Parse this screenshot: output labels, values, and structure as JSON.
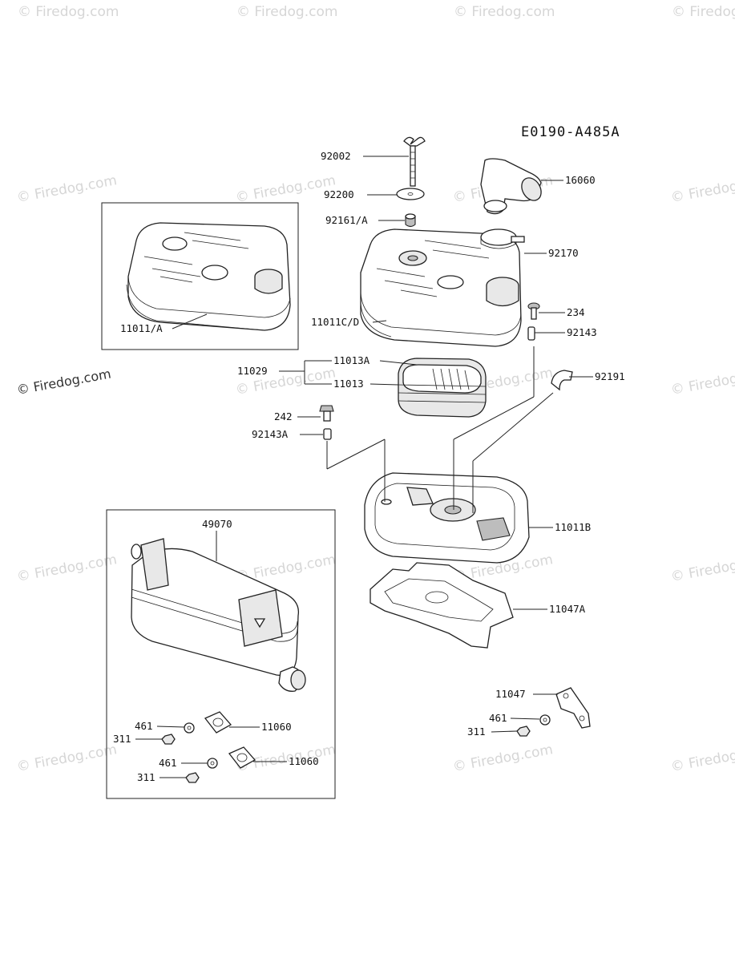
{
  "diagram_code": "E0190-A485A",
  "watermark_text": "© Firedog.com",
  "labels": {
    "p92002": "92002",
    "p92200": "92200",
    "p92161A": "92161/A",
    "p16060": "16060",
    "p92170": "92170",
    "p11011A": "11011/A",
    "p11011CD": "11011C/D",
    "p234": "234",
    "p92143": "92143",
    "p11013A": "11013A",
    "p11029": "11029",
    "p11013": "11013",
    "p92191": "92191",
    "p242": "242",
    "p92143A": "92143A",
    "p11011B": "11011B",
    "p49070": "49070",
    "p11047A": "11047A",
    "p11047": "11047",
    "p461_r": "461",
    "p311_r": "311",
    "p461_a": "461",
    "p311_a": "311",
    "p11060_a": "11060",
    "p461_b": "461",
    "p311_b": "311",
    "p11060_b": "11060"
  }
}
